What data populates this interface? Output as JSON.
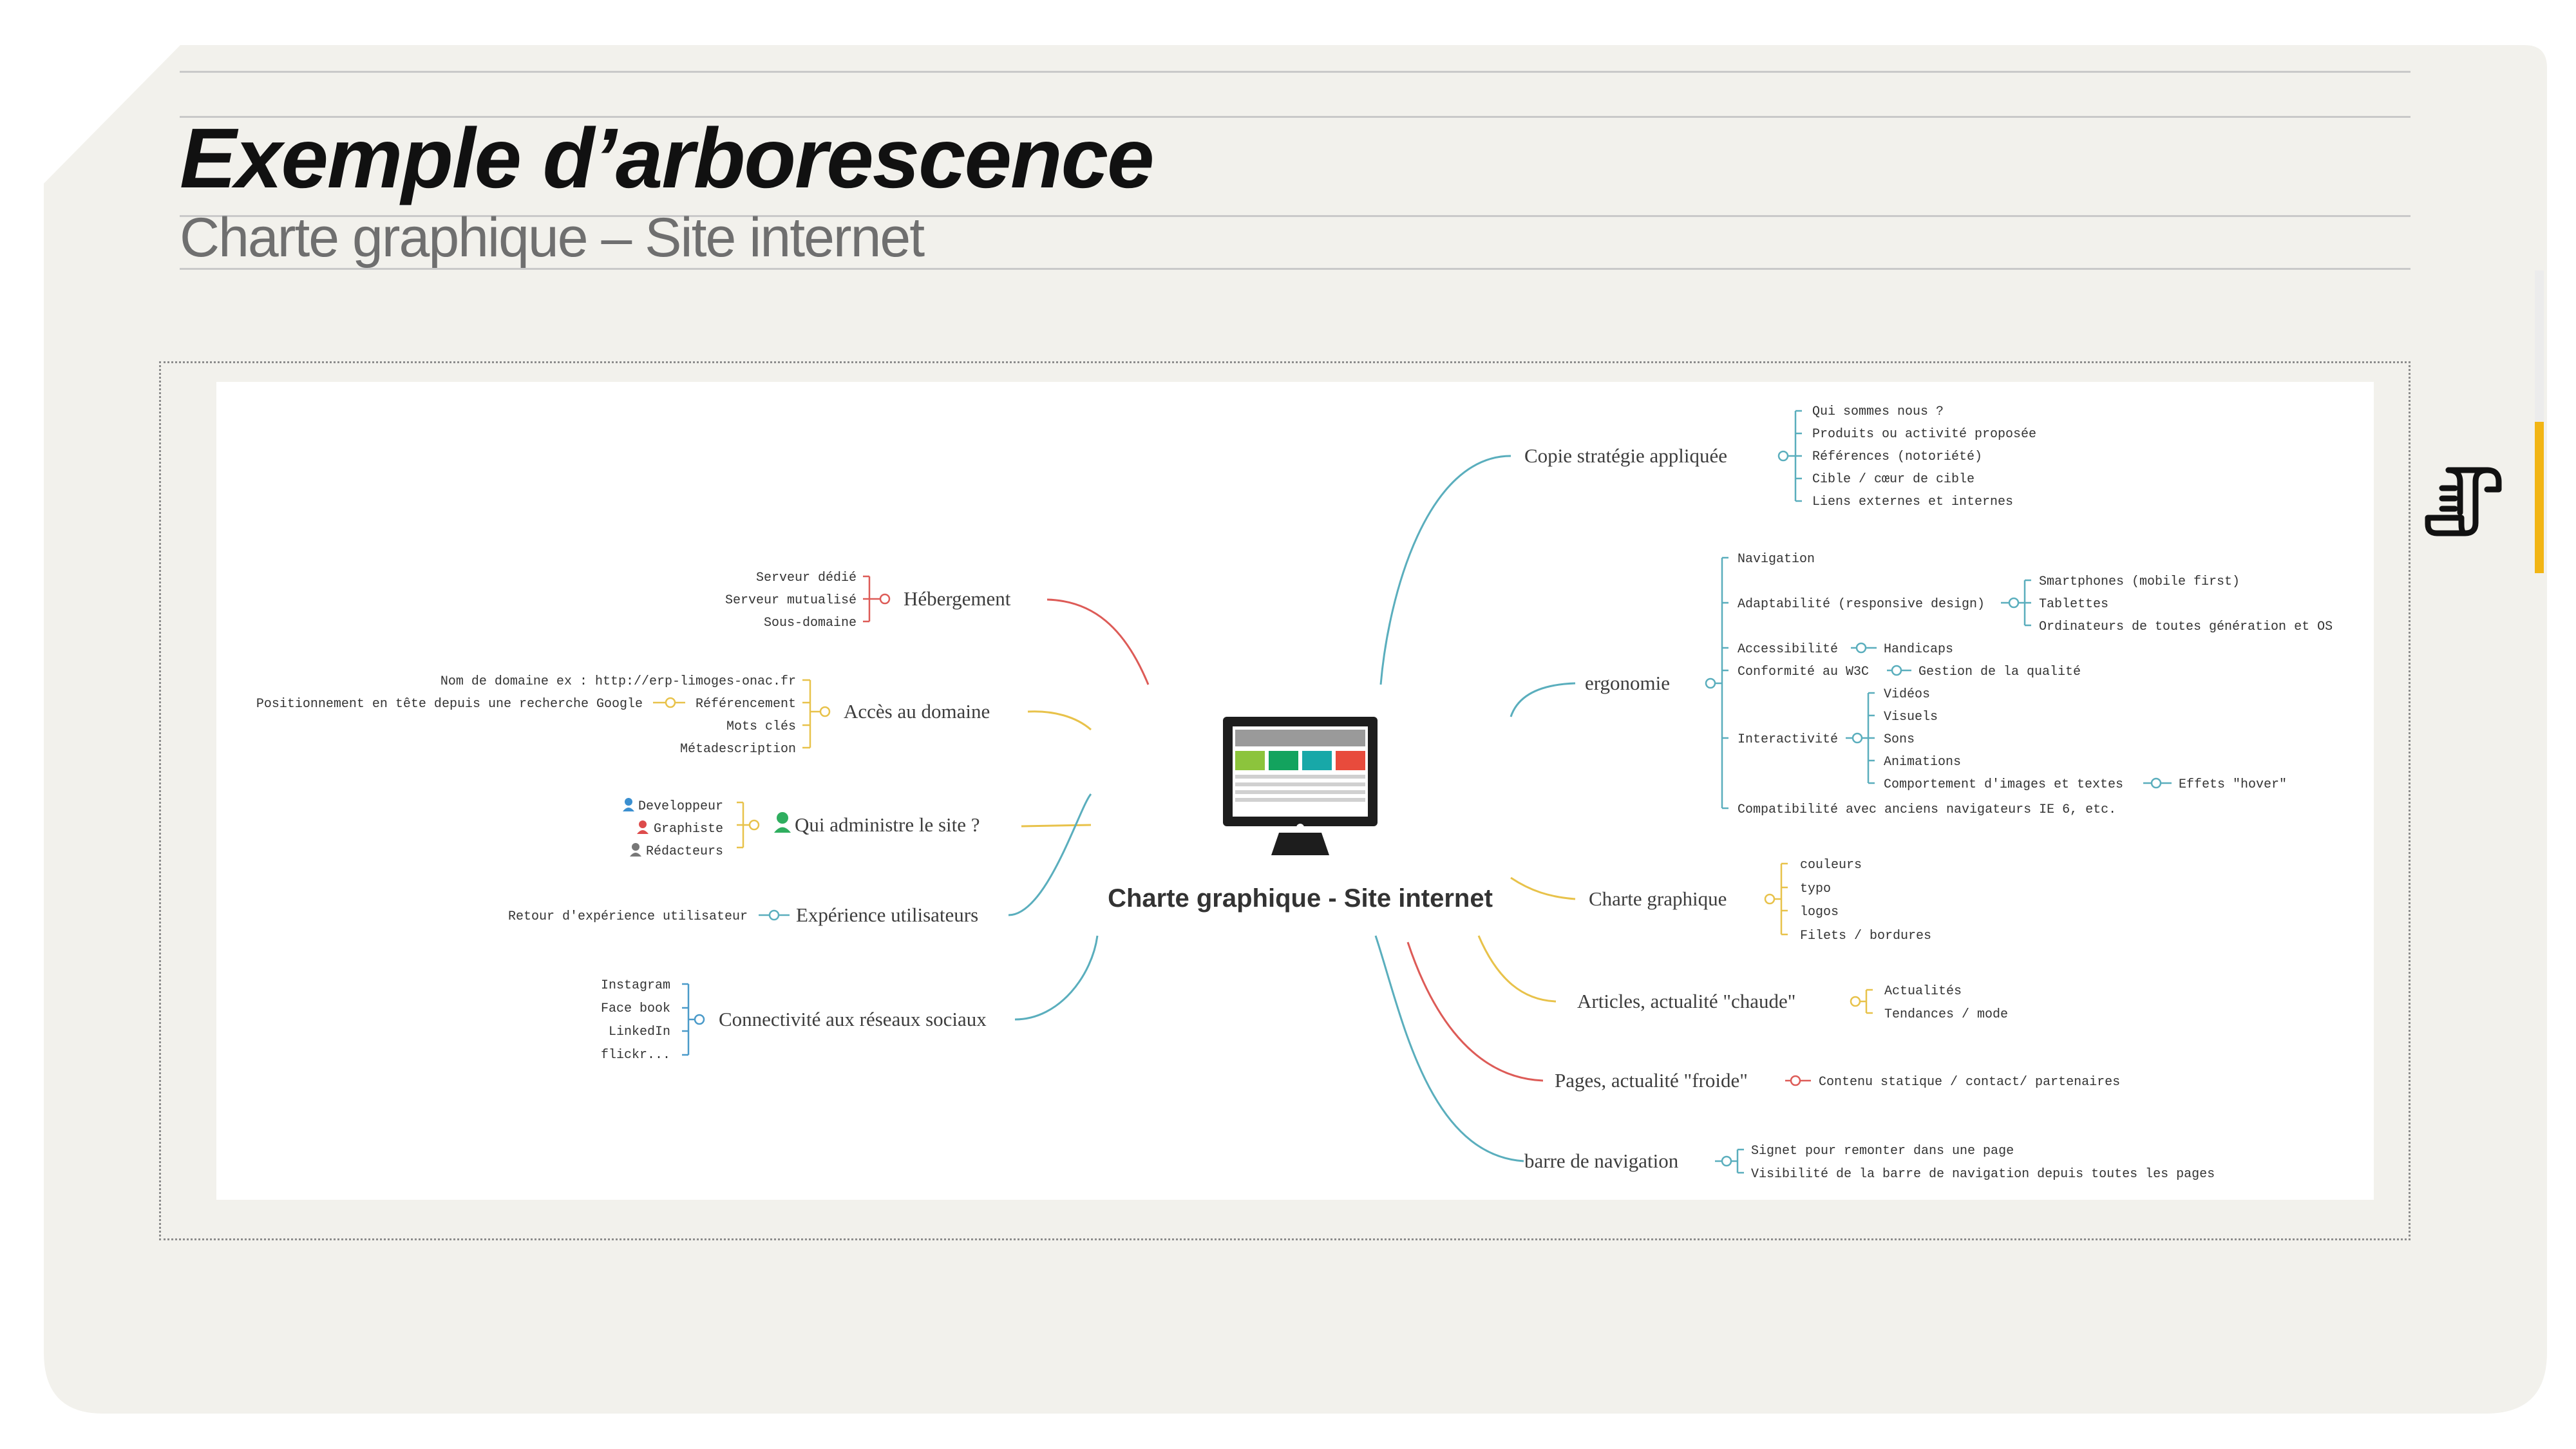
{
  "slide": {
    "title": "Exemple d’arborescence",
    "subtitle": "Charte graphique – Site internet"
  },
  "mindmap": {
    "center": "Charte graphique - Site internet",
    "left": {
      "hebergement": {
        "label": "Hébergement",
        "items": [
          "Serveur dédié",
          "Serveur mutualisé",
          "Sous-domaine"
        ]
      },
      "acces": {
        "label": "Accès au domaine",
        "items": [
          "Nom de domaine ex : http://erp-limoges-onac.fr",
          "Référencement",
          "Mots clés",
          "Métadescription"
        ],
        "sub": "Positionnement en tête depuis une recherche Google"
      },
      "admin": {
        "label": "Qui administre le site ?",
        "items": [
          "Developpeur",
          "Graphiste",
          "Rédacteurs"
        ]
      },
      "experience": {
        "label": "Expérience utilisateurs",
        "items": [
          "Retour d'expérience utilisateur"
        ]
      },
      "reseaux": {
        "label": "Connectivité aux réseaux sociaux",
        "items": [
          "Instagram",
          "Face book",
          "LinkedIn",
          "flickr..."
        ]
      }
    },
    "right": {
      "copie": {
        "label": "Copie stratégie appliquée",
        "items": [
          "Qui sommes nous ?",
          "Produits ou activité proposée",
          "Références (notoriété)",
          "Cible / cœur de cible",
          "Liens externes et internes"
        ]
      },
      "ergonomie": {
        "label": "ergonomie",
        "navigation": "Navigation",
        "adaptabilite": "Adaptabilité (responsive design)",
        "adaptabilite_items": [
          "Smartphones (mobile first)",
          "Tablettes",
          "Ordinateurs de toutes génération et OS"
        ],
        "accessibilite": "Accessibilité",
        "handicaps": "Handicaps",
        "conformite": "Conformité au W3C",
        "gestion": "Gestion de la qualité",
        "interactivite": "Interactivité",
        "interactivite_items": [
          "Vidéos",
          "Visuels",
          "Sons",
          "Animations",
          "Comportement d'images et textes"
        ],
        "effets": "Effets \"hover\"",
        "compatibilite": "Compatibilité avec anciens navigateurs IE 6, etc."
      },
      "charte": {
        "label": "Charte graphique",
        "items": [
          "couleurs",
          "typo",
          "logos",
          "Filets / bordures"
        ]
      },
      "articles": {
        "label": "Articles, actualité \"chaude\"",
        "items": [
          "Actualités",
          "Tendances / mode"
        ]
      },
      "pages": {
        "label": "Pages, actualité \"froide\"",
        "items": [
          "Contenu statique / contact/ partenaires"
        ]
      },
      "barre": {
        "label": "barre de navigation",
        "items": [
          "Signet pour remonter dans une page",
          "Visibilité de la barre de navigation depuis toutes les pages"
        ]
      }
    }
  },
  "colors": {
    "red": "#dd5b57",
    "yellow": "#e8c24a",
    "green": "#6fbf9b",
    "teal": "#5aaebd",
    "blue": "#4a9ac9",
    "accent": "#f2b514",
    "panel": "#f2f1ec"
  },
  "icons": [
    "monitor-icon",
    "person-icon",
    "scroll-icon"
  ]
}
